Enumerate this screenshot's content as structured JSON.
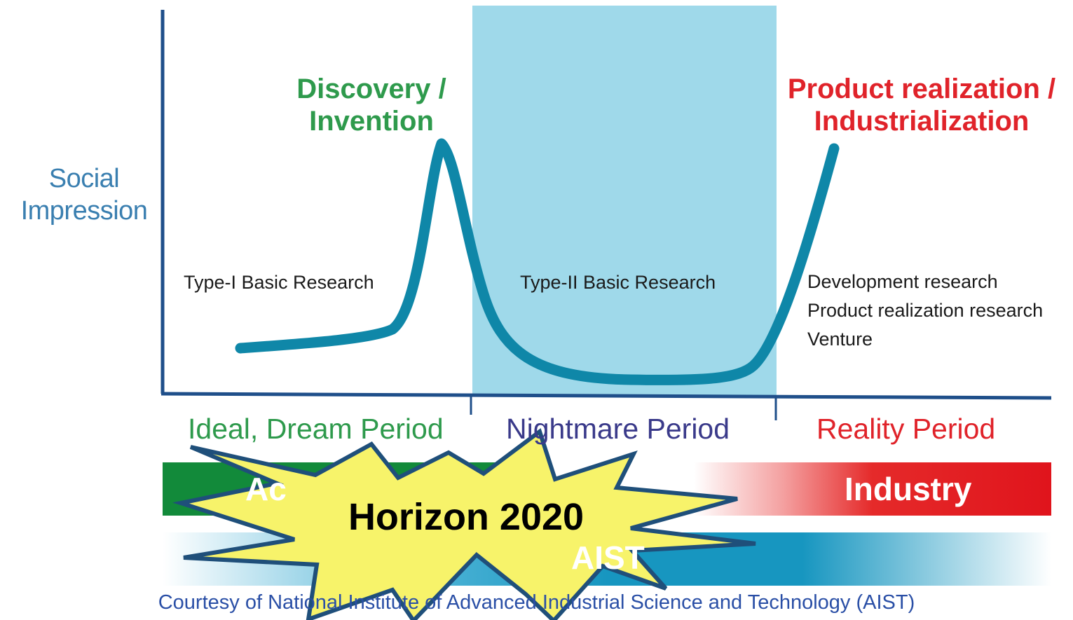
{
  "diagram": {
    "y_axis_label": [
      "Social",
      "Impression"
    ],
    "peaks": {
      "discovery": [
        "Discovery /",
        "Invention"
      ],
      "product": [
        "Product realization /",
        "Industrialization"
      ]
    },
    "phases": {
      "type1": "Type-I Basic Research",
      "type2": "Type-II Basic Research",
      "development": [
        "Development research",
        "Product realization research",
        "Venture"
      ]
    },
    "periods": {
      "ideal": "Ideal, Dream Period",
      "nightmare": "Nightmare Period",
      "reality": "Reality Period"
    },
    "bands": {
      "academia": "Ac",
      "industry": "Industry",
      "aist": "AIST"
    },
    "callout": "Horizon 2020",
    "credit": "Courtesy of National Institute of Advanced Industrial Science and Technology (AIST)",
    "colors": {
      "curve": "#0f87a8",
      "shaded_region": "#9fd9ea",
      "axis": "#1f4f8a",
      "green": "#2e9a4c",
      "red": "#e0232a",
      "aist_band": "#1796c0",
      "burst_fill": "#f7f36a",
      "burst_stroke": "#1f4f7a"
    }
  }
}
